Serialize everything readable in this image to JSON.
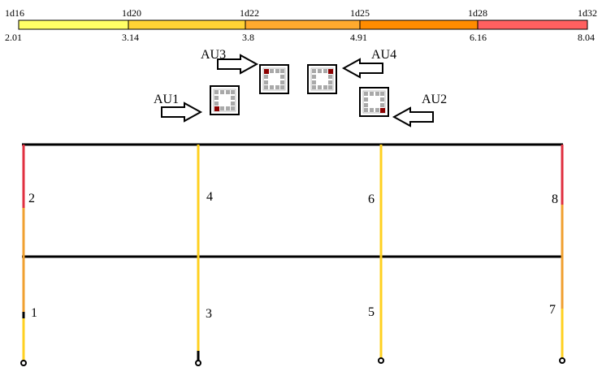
{
  "legend": {
    "segments": [
      {
        "top_label": "1d16",
        "bottom_label": "2.01",
        "color": "#FFFF66"
      },
      {
        "top_label": "1d20",
        "bottom_label": "3.14",
        "color": "#FFD335"
      },
      {
        "top_label": "1d22",
        "bottom_label": "3.8",
        "color": "#FFAA2E"
      },
      {
        "top_label": "1d25",
        "bottom_label": "4.91",
        "color": "#FF8C00"
      },
      {
        "top_label": "1d28",
        "bottom_label": "6.16",
        "color": "#FF6060"
      }
    ],
    "last_top_label": "1d32",
    "last_bottom_label": "8.04"
  },
  "sections": [
    {
      "label": "AU1",
      "corner": "bottom-left"
    },
    {
      "label": "AU2",
      "corner": "bottom-right"
    },
    {
      "label": "AU3",
      "corner": "top-left"
    },
    {
      "label": "AU4",
      "corner": "top-right"
    }
  ],
  "columns": [
    {
      "label": "1"
    },
    {
      "label": "2"
    },
    {
      "label": "3"
    },
    {
      "label": "4"
    },
    {
      "label": "5"
    },
    {
      "label": "6"
    },
    {
      "label": "7"
    },
    {
      "label": "8"
    }
  ],
  "colors": {
    "frame": "#000000",
    "red": "#E03040",
    "orange": "#F0A030",
    "yellow": "#FFD020",
    "section_dark": "#8B0000",
    "rebar_gray": "#A9A9A9"
  }
}
